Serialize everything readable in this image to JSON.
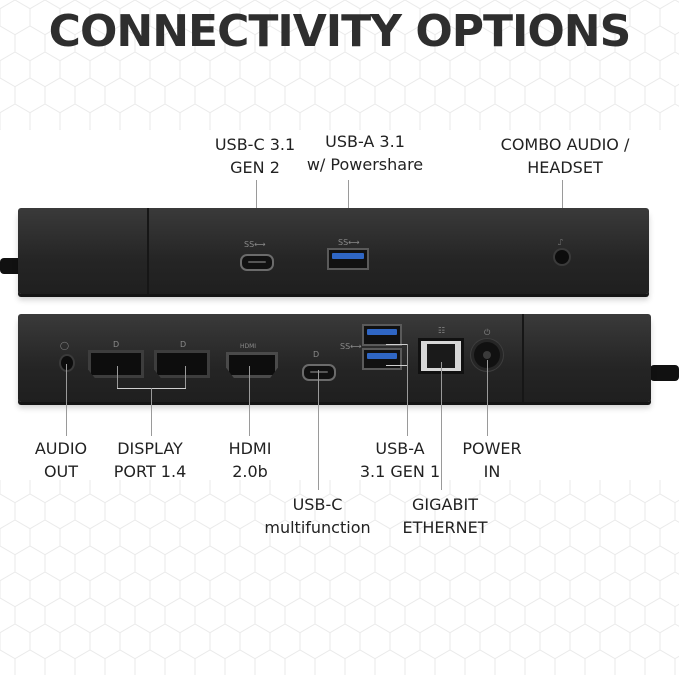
{
  "title": "CONNECTIVITY OPTIONS",
  "front_labels": {
    "usbc_gen2": [
      "USB-C 3.1",
      "GEN 2"
    ],
    "usba_powershare": [
      "USB-A 3.1",
      "w/ Powershare"
    ],
    "combo_audio": [
      "COMBO AUDIO /",
      "HEADSET"
    ]
  },
  "rear_labels": {
    "audio_out": [
      "AUDIO",
      "OUT"
    ],
    "displayport": [
      "DISPLAY",
      "PORT 1.4"
    ],
    "hdmi": [
      "HDMI",
      "2.0b"
    ],
    "usbc_multifunction": [
      "USB-C",
      "multifunction"
    ],
    "usba_gen1": [
      "USB-A",
      "3.1 GEN 1"
    ],
    "gigabit_ethernet": [
      "GIGABIT",
      "ETHERNET"
    ],
    "power_in": [
      "POWER",
      "IN"
    ]
  },
  "port_icons": {
    "ss_usb": "SS⟷",
    "dp": "D",
    "hdmi": "HDMI",
    "headset": "⑀",
    "lan": "☷",
    "power": "⏻"
  },
  "colors": {
    "title": "#2e2e2e",
    "dock_body": "#2a2a2a",
    "usb_blue": "#2f66c4",
    "text": "#222222",
    "leader_line": "#9a9a9a"
  }
}
